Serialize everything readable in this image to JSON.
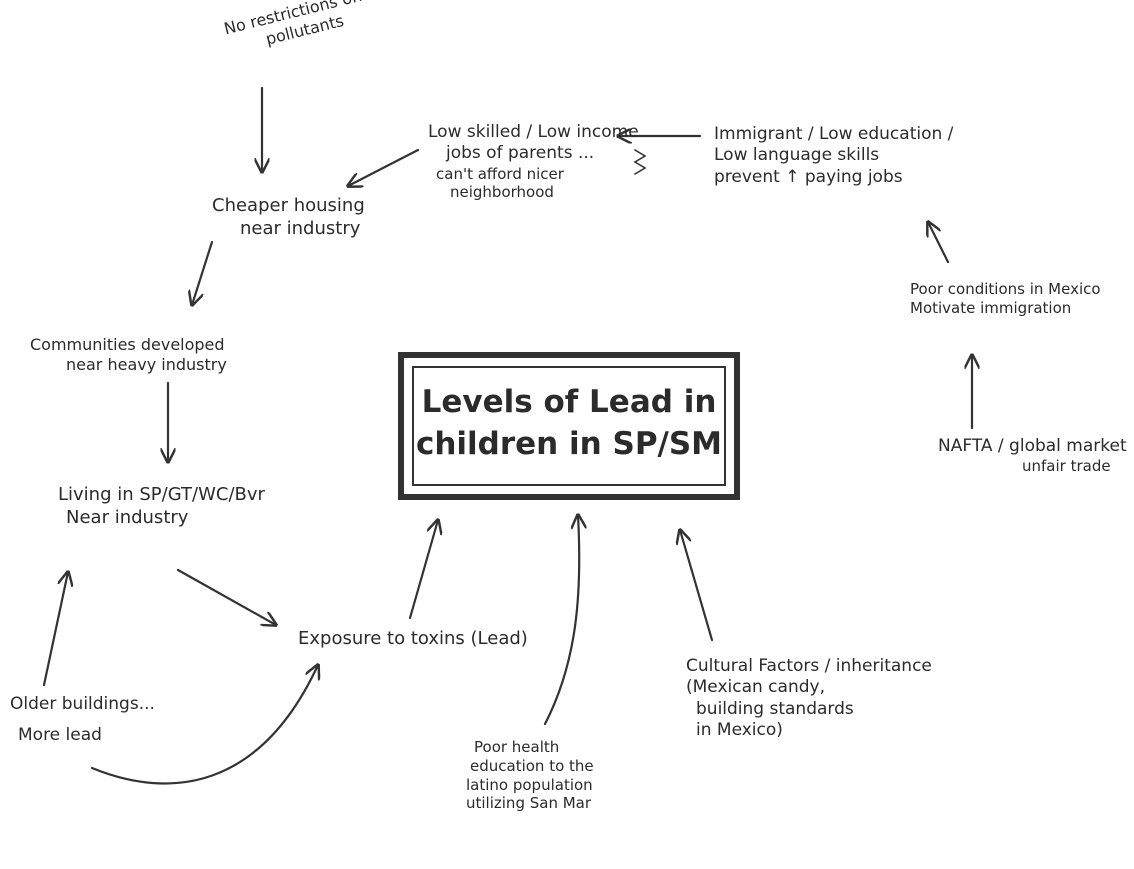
{
  "diagram": {
    "center": {
      "line1": "Levels of Lead in",
      "line2": "children in SP/SM"
    },
    "nodes": {
      "no_restrictions": [
        "No restrictions on",
        "pollutants"
      ],
      "cheaper_housing": [
        "Cheaper housing",
        "near industry"
      ],
      "low_skilled_jobs": [
        "Low skilled / Low income",
        "jobs of parents ...",
        "can't afford nicer",
        "neighborhood"
      ],
      "immigrant": [
        "Immigrant / Low education /",
        "Low language skills",
        "prevent ↑ paying jobs"
      ],
      "poor_conditions": [
        "Poor conditions in Mexico",
        "Motivate immigration"
      ],
      "nafta": [
        "NAFTA / global market",
        "unfair trade"
      ],
      "communities": [
        "Communities developed",
        "near heavy industry"
      ],
      "living_in": [
        "Living in SP/GT/WC/Bvr",
        "Near industry"
      ],
      "exposure": [
        "Exposure to toxins (Lead)"
      ],
      "older_buildings": [
        "Older buildings...",
        "More lead"
      ],
      "poor_health": [
        "Poor health",
        "education to the",
        "latino population",
        "utilizing San Mar"
      ],
      "cultural_factors": [
        "Cultural Factors / inheritance",
        "(Mexican candy,",
        "building standards",
        "in Mexico)"
      ]
    },
    "colors": {
      "ink": "#333333",
      "background": "#ffffff"
    }
  }
}
